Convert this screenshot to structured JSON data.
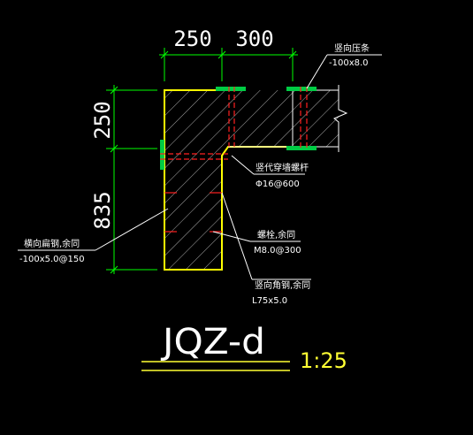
{
  "drawing": {
    "title": "JQZ-d",
    "scale": "1:25",
    "colors": {
      "background": "#000000",
      "dimension_lines": "#00ff00",
      "outline": "#ffff00",
      "bolt": "#ff2020",
      "leader": "#ffffff",
      "hatch": "#ffffff",
      "steel_plate": "#00cc44"
    }
  },
  "dimensions": {
    "top_left": "250",
    "top_right": "300",
    "left_upper": "250",
    "left_lower": "835"
  },
  "annotations": {
    "top_right_title": "竖向压条",
    "top_right_spec": "-100x8.0",
    "bolt_title": "竖代穿墙螺杆",
    "bolt_spec": "Φ16@600",
    "left_title": "横向扁钢,余同",
    "left_spec": "-100x5.0@150",
    "mid_title": "螺栓,余同",
    "mid_spec": "M8.0@300",
    "angle_title": "竖向角钢,余同",
    "angle_spec": "L75x5.0"
  }
}
